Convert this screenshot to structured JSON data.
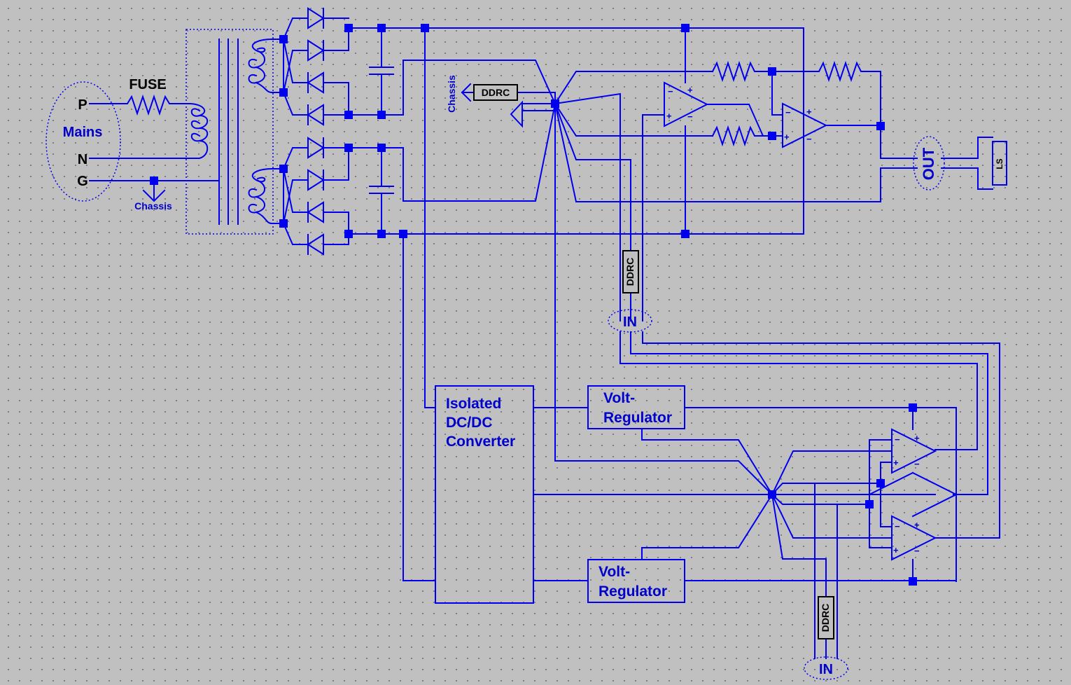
{
  "mains": {
    "label": "Mains",
    "p": "P",
    "n": "N",
    "g": "G"
  },
  "fuse": "FUSE",
  "chassis": "Chassis",
  "ddrc": "DDRC",
  "out": "OUT",
  "ls": "LS",
  "in": "IN",
  "converter": {
    "line1": "Isolated",
    "line2": "DC/DC",
    "line3": "Converter"
  },
  "regulator": {
    "line1": "Volt-",
    "line2": "Regulator"
  },
  "opamp": {
    "minus": "−",
    "plus": "+"
  },
  "colors": {
    "wire": "#0000ee",
    "background": "#c0c0c0",
    "label": "#0000cc"
  }
}
